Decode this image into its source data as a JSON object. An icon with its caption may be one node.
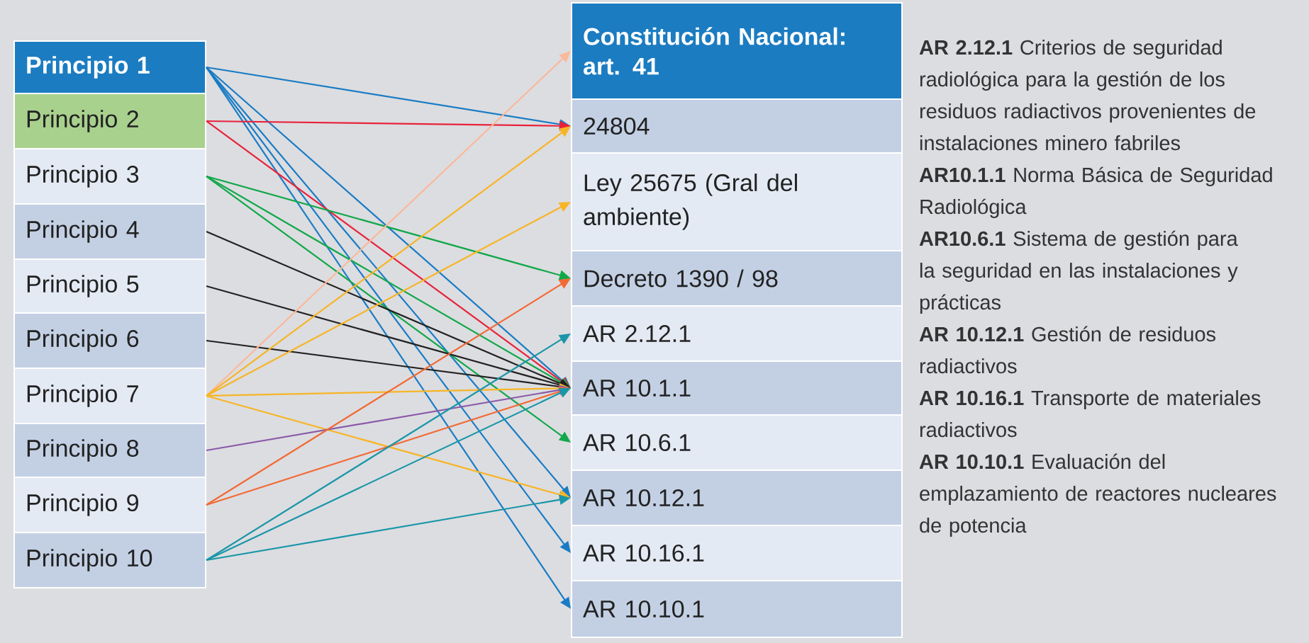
{
  "diagram": {
    "nodes": [
      {
        "text": [
          "Principio 1"
        ]
      },
      {
        "text": [
          "Principio 2"
        ]
      },
      {
        "text": [
          "Principio 3"
        ]
      },
      {
        "text": [
          "Principio 4"
        ]
      },
      {
        "text": [
          "Principio 5"
        ]
      },
      {
        "text": [
          "Principio 6"
        ]
      },
      {
        "text": [
          "Principio 7"
        ]
      },
      {
        "text": [
          "Principio 8"
        ]
      },
      {
        "text": [
          "Principio 9"
        ]
      },
      {
        "text": [
          "Principio 10"
        ]
      },
      {
        "text": [
          "Constitución Nacional: art. 41"
        ]
      },
      {
        "text": [
          "24804"
        ]
      },
      {
        "text": [
          "Ley 25675 (Gral del ambiente)"
        ]
      },
      {
        "text": [
          "Decreto 1390 / 98"
        ]
      },
      {
        "text": [
          "AR 2.12.1"
        ]
      },
      {
        "text": [
          "AR 10.1.1"
        ]
      },
      {
        "text": [
          "AR 10.6.1"
        ]
      },
      {
        "text": [
          "AR 10.12.1"
        ]
      },
      {
        "text": [
          "AR 10.16.1"
        ]
      },
      {
        "text": [
          "AR 10.10.1"
        ]
      }
    ],
    "edges": [
      {
        "from": 0,
        "to": 11,
        "arrow": "to",
        "color": "#1a7cc4"
      },
      {
        "from": 0,
        "to": 15,
        "arrow": "to",
        "color": "#1a7cc4"
      },
      {
        "from": 0,
        "to": 17,
        "arrow": "to",
        "color": "#1a7cc4"
      },
      {
        "from": 0,
        "to": 18,
        "arrow": "to",
        "color": "#1a7cc4"
      },
      {
        "from": 0,
        "to": 19,
        "arrow": "to",
        "color": "#1a7cc4"
      },
      {
        "from": 1,
        "to": 11,
        "arrow": "to",
        "color": "#e8233c"
      },
      {
        "from": 1,
        "to": 15,
        "arrow": "to",
        "color": "#e8233c"
      },
      {
        "from": 2,
        "to": 13,
        "arrow": "to",
        "color": "#12a84a"
      },
      {
        "from": 2,
        "to": 15,
        "arrow": "to",
        "color": "#12a84a"
      },
      {
        "from": 2,
        "to": 16,
        "arrow": "to",
        "color": "#12a84a"
      },
      {
        "from": 3,
        "to": 15,
        "arrow": "to",
        "color": "#222222"
      },
      {
        "from": 4,
        "to": 15,
        "arrow": "to",
        "color": "#222222"
      },
      {
        "from": 5,
        "to": 15,
        "arrow": "to",
        "color": "#222222"
      },
      {
        "from": 6,
        "to": 10,
        "arrow": "to",
        "color": "#f9b99a"
      },
      {
        "from": 6,
        "to": 11,
        "arrow": "to",
        "color": "#f7b526"
      },
      {
        "from": 6,
        "to": 12,
        "arrow": "to",
        "color": "#f7b526"
      },
      {
        "from": 6,
        "to": 15,
        "arrow": "to",
        "color": "#f7b526"
      },
      {
        "from": 6,
        "to": 17,
        "arrow": "to",
        "color": "#f7b526"
      },
      {
        "from": 7,
        "to": 15,
        "arrow": "to",
        "color": "#8a5aa8"
      },
      {
        "from": 8,
        "to": 13,
        "arrow": "to",
        "color": "#f26a35"
      },
      {
        "from": 8,
        "to": 15,
        "arrow": "to",
        "color": "#f26a35"
      },
      {
        "from": 9,
        "to": 14,
        "arrow": "to",
        "color": "#1996a8"
      },
      {
        "from": 9,
        "to": 15,
        "arrow": "to",
        "color": "#1996a8"
      },
      {
        "from": 9,
        "to": 17,
        "arrow": "to",
        "color": "#1996a8"
      }
    ],
    "labels": [
      "**AR 2.12.1** Criterios de seguridad radiológica para la gestión de los residuos radiactivos provenientes de instalaciones minero fabriles",
      "**AR10.1.1** Norma Básica de Seguridad Radiológica",
      "**AR10.6.1** Sistema de gestión para la seguridad en las instalaciones y prácticas",
      "**AR 10.12.1** Gestión de residuos radiactivos",
      "**AR 10.16.1** Transporte de materiales radiactivos",
      "**AR 10.10.1** Evaluación del emplazamiento de reactores nucleares de potencia"
    ]
  }
}
